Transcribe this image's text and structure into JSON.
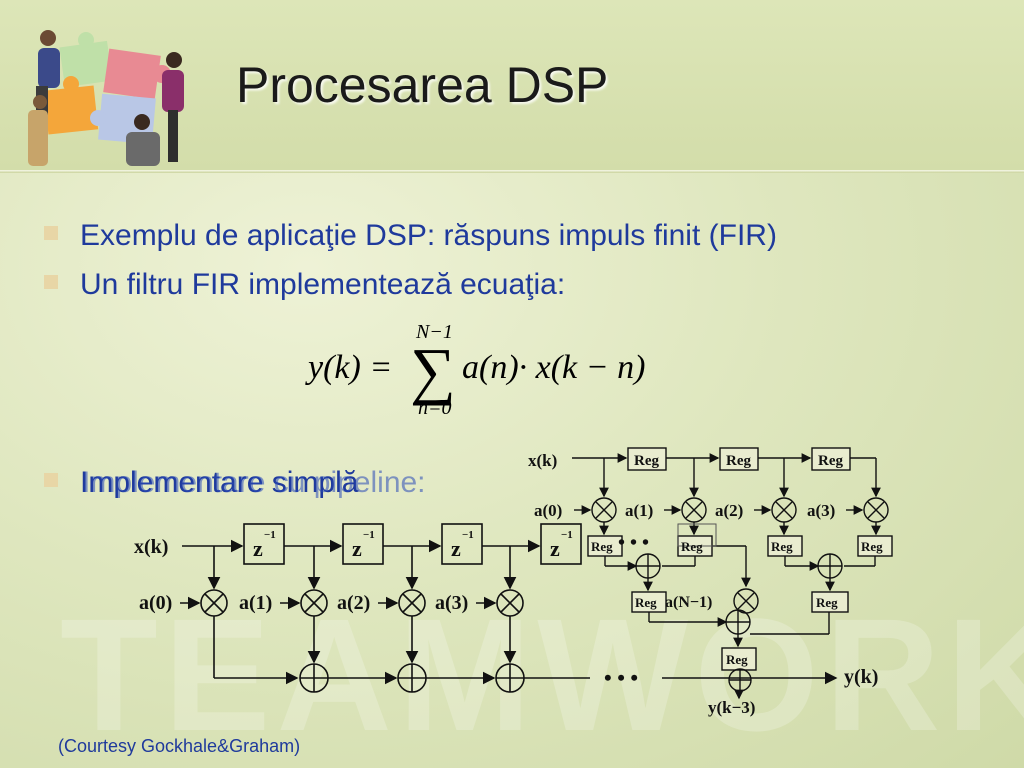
{
  "slide": {
    "title": "Procesarea DSP",
    "watermark": "TEAMWORK",
    "bullets": [
      "Exemplu de aplicaţie DSP: răspuns impuls finit (FIR)",
      "Un filtru FIR implementează ecuaţia:",
      "Implementare simplă",
      "Implementare cu pipeline:"
    ],
    "equation": {
      "lhs": "y(k) =",
      "sum_upper": "N−1",
      "sum_lower": "n=0",
      "sum_symbol": "∑",
      "rhs": "a(n)· x(k − n)"
    },
    "simple_diagram": {
      "input": "x(k)",
      "delay": "z",
      "delay_exp": "−1",
      "coefficients": [
        "a(0)",
        "a(1)",
        "a(2)",
        "a(3)"
      ],
      "ellipsis": "• • •",
      "output": "y(k)"
    },
    "pipeline_diagram": {
      "input": "x(k)",
      "register": "Reg",
      "coefficients": [
        "a(0)",
        "a(1)",
        "a(2)",
        "a(3)",
        "a(N−1)"
      ],
      "ellipsis": "• • •",
      "output": "y(k−3)"
    },
    "courtesy": "(Courtesy Gockhale&Graham)"
  }
}
